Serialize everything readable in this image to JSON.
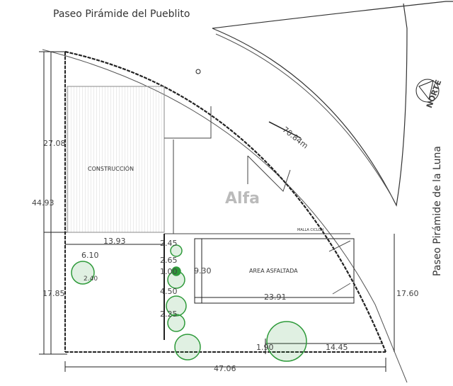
{
  "streets": {
    "top": "Paseo Pirámide del Pueblito",
    "right": "Paseo Pirámide de la Luna"
  },
  "north_label": "NORTE",
  "watermark": "Alfa",
  "areas": {
    "construction": "CONSTRUCCIÓN",
    "asphalt": "AREA ASFALTADA",
    "fence": "MALLA CICLON"
  },
  "dimensions": {
    "arc": "70.84m",
    "left_upper": "27.08",
    "left_total": "44.93",
    "left_lower": "17.85",
    "construction_width": "13.93",
    "tree_offset": "6.10",
    "tree_small": "2.40",
    "d1": "2.45",
    "d2": "2.65",
    "d3": "1.00",
    "d4": "4.50",
    "d5": "2.25",
    "asphalt_height": "9.30",
    "asphalt_width": "23.91",
    "right": "17.60",
    "bottom_total": "47.06",
    "bottom_a": "1.90",
    "bottom_b": "14.45"
  },
  "colors": {
    "tree": "#2e9a3a",
    "line": "#222222"
  }
}
